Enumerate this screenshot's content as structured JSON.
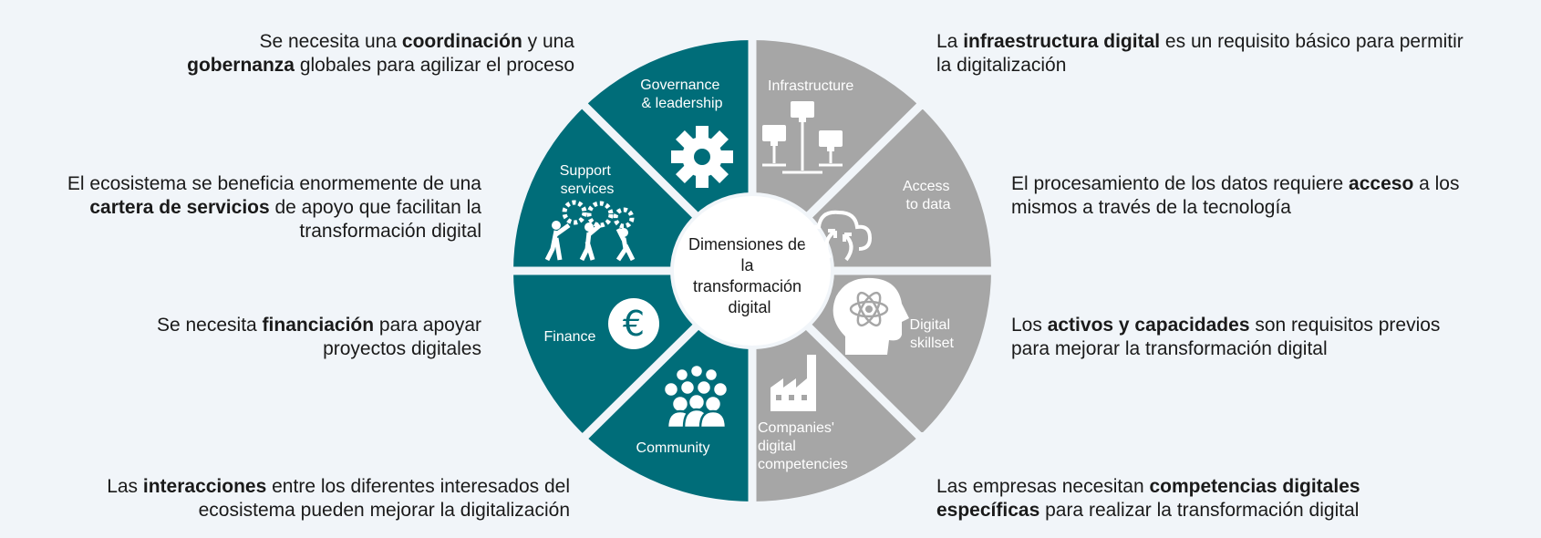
{
  "colors": {
    "teal": "#006d79",
    "gray": "#a6a6a6",
    "background": "#f1f5f9",
    "ring_teal": "#1a6f7a",
    "ring_gray": "#a6a6a6"
  },
  "center": {
    "line1": "Dimensiones  de",
    "line2": "la",
    "line3": "transformación",
    "line4": "digital"
  },
  "segments": [
    {
      "id": "governance",
      "label_lines": [
        "Governance",
        "& leadership"
      ],
      "icon": "gear-icon",
      "color": "teal"
    },
    {
      "id": "support",
      "label_lines": [
        "Support",
        "services"
      ],
      "icon": "people-gears-icon",
      "color": "teal"
    },
    {
      "id": "finance",
      "label_lines": [
        "Finance"
      ],
      "icon": "euro-icon",
      "color": "teal"
    },
    {
      "id": "community",
      "label_lines": [
        "Community"
      ],
      "icon": "community-icon",
      "color": "teal"
    },
    {
      "id": "infrastructure",
      "label_lines": [
        "Infrastructure"
      ],
      "icon": "network-icon",
      "color": "gray"
    },
    {
      "id": "access",
      "label_lines": [
        "Access",
        "to data"
      ],
      "icon": "cloud-sync-icon",
      "color": "gray"
    },
    {
      "id": "skillset",
      "label_lines": [
        "Digital",
        "skillset"
      ],
      "icon": "head-atom-icon",
      "color": "gray"
    },
    {
      "id": "companies",
      "label_lines": [
        "Companies'",
        "digital",
        "competencies"
      ],
      "icon": "factory-icon",
      "color": "gray"
    }
  ],
  "descriptions": {
    "governance": {
      "parts": [
        {
          "t": "Se necesita una ",
          "b": false
        },
        {
          "t": "coordinación",
          "b": true
        },
        {
          "t": " y una",
          "b": false
        },
        {
          "br": true
        },
        {
          "t": "gobernanza",
          "b": true
        },
        {
          "t": " globales para agilizar el proceso",
          "b": false
        }
      ]
    },
    "support": {
      "parts": [
        {
          "t": "El ecosistema se beneficia enormemente de una",
          "b": false
        },
        {
          "br": true
        },
        {
          "t": "cartera de servicios",
          "b": true
        },
        {
          "t": " de apoyo que facilitan la",
          "b": false
        },
        {
          "br": true
        },
        {
          "t": "transformación digital",
          "b": false
        }
      ]
    },
    "finance": {
      "parts": [
        {
          "t": "Se necesita ",
          "b": false
        },
        {
          "t": "financiación",
          "b": true
        },
        {
          "t": " para apoyar",
          "b": false
        },
        {
          "br": true
        },
        {
          "t": "proyectos digitales",
          "b": false
        }
      ]
    },
    "community": {
      "parts": [
        {
          "t": "Las ",
          "b": false
        },
        {
          "t": "interacciones",
          "b": true
        },
        {
          "t": " entre los diferentes interesados del",
          "b": false
        },
        {
          "br": true
        },
        {
          "t": "ecosistema pueden mejorar la digitalización",
          "b": false
        }
      ]
    },
    "infrastructure": {
      "parts": [
        {
          "t": "La ",
          "b": false
        },
        {
          "t": "infraestructura digital",
          "b": true
        },
        {
          "t": " es un requisito básico para permitir",
          "b": false
        },
        {
          "br": true
        },
        {
          "t": "la digitalización",
          "b": false
        }
      ]
    },
    "access": {
      "parts": [
        {
          "t": "El procesamiento de los datos requiere ",
          "b": false
        },
        {
          "t": "acceso",
          "b": true
        },
        {
          "t": " a los",
          "b": false
        },
        {
          "br": true
        },
        {
          "t": "mismos a través de la tecnología",
          "b": false
        }
      ]
    },
    "skillset": {
      "parts": [
        {
          "t": "Los ",
          "b": false
        },
        {
          "t": "activos y capacidades",
          "b": true
        },
        {
          "t": " son requisitos previos",
          "b": false
        },
        {
          "br": true
        },
        {
          "t": "para mejorar la transformación digital",
          "b": false
        }
      ]
    },
    "companies": {
      "parts": [
        {
          "t": "Las empresas necesitan ",
          "b": false
        },
        {
          "t": "competencias digitales",
          "b": true
        },
        {
          "br": true
        },
        {
          "t": "específicas",
          "b": true
        },
        {
          "t": " para realizar la transformación digital",
          "b": false
        }
      ]
    }
  }
}
